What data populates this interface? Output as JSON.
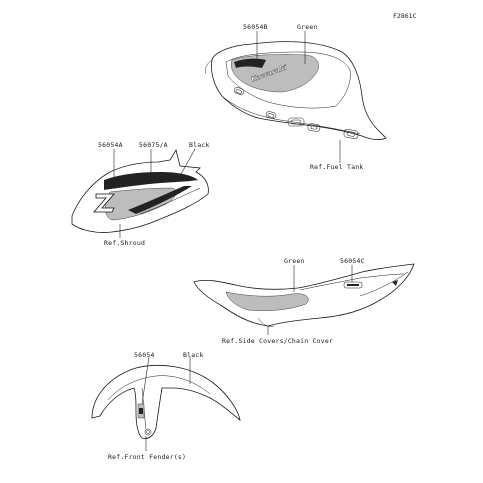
{
  "figure_id": "F2861C",
  "brand_text": "Kawasaki",
  "fuel_tank": {
    "part_no": "56054B",
    "color": "Green",
    "ref": "Ref.Fuel Tank"
  },
  "shroud": {
    "part_no_a": "56054A",
    "part_no_b": "56075/A",
    "color": "Black",
    "ref": "Ref.Shroud"
  },
  "side_covers": {
    "color": "Green",
    "part_no": "56054C",
    "ref": "Ref.Side Covers/Chain Cover"
  },
  "front_fender": {
    "part_no": "56054",
    "color": "Black",
    "ref": "Ref.Front Fender(s)"
  }
}
